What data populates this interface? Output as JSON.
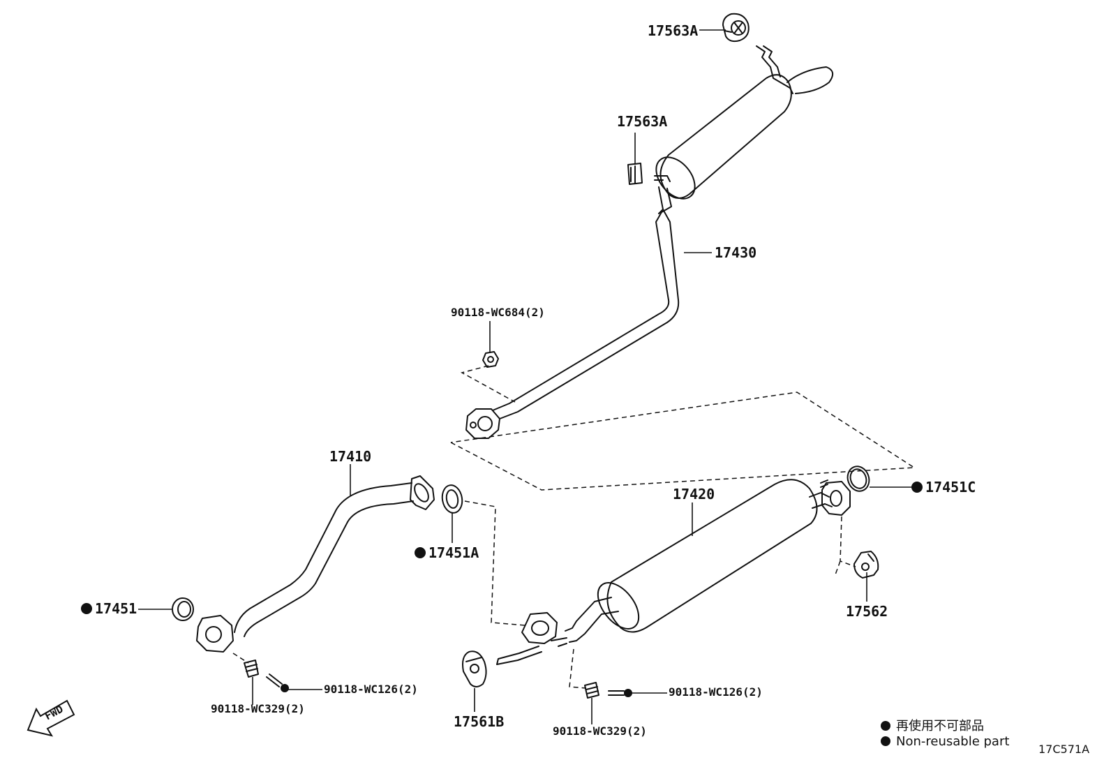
{
  "callouts": {
    "p17563A_top": "17563A",
    "p17563A_mid": "17563A",
    "p17430": "17430",
    "p90118_WC684": "90118-WC684(2)",
    "p17410": "17410",
    "p17451A": "17451A",
    "p17451": "17451",
    "p17420": "17420",
    "p17451C": "17451C",
    "p17562": "17562",
    "p17561B": "17561B",
    "p90118_WC126_left": "90118-WC126(2)",
    "p90118_WC329_left": "90118-WC329(2)",
    "p90118_WC126_right": "90118-WC126(2)",
    "p90118_WC329_right": "90118-WC329(2)"
  },
  "fwd_label": "FWD",
  "legend": {
    "line1": "再使用不可部品",
    "line2": "Non-reusable part"
  },
  "diagram_code": "17C571A"
}
